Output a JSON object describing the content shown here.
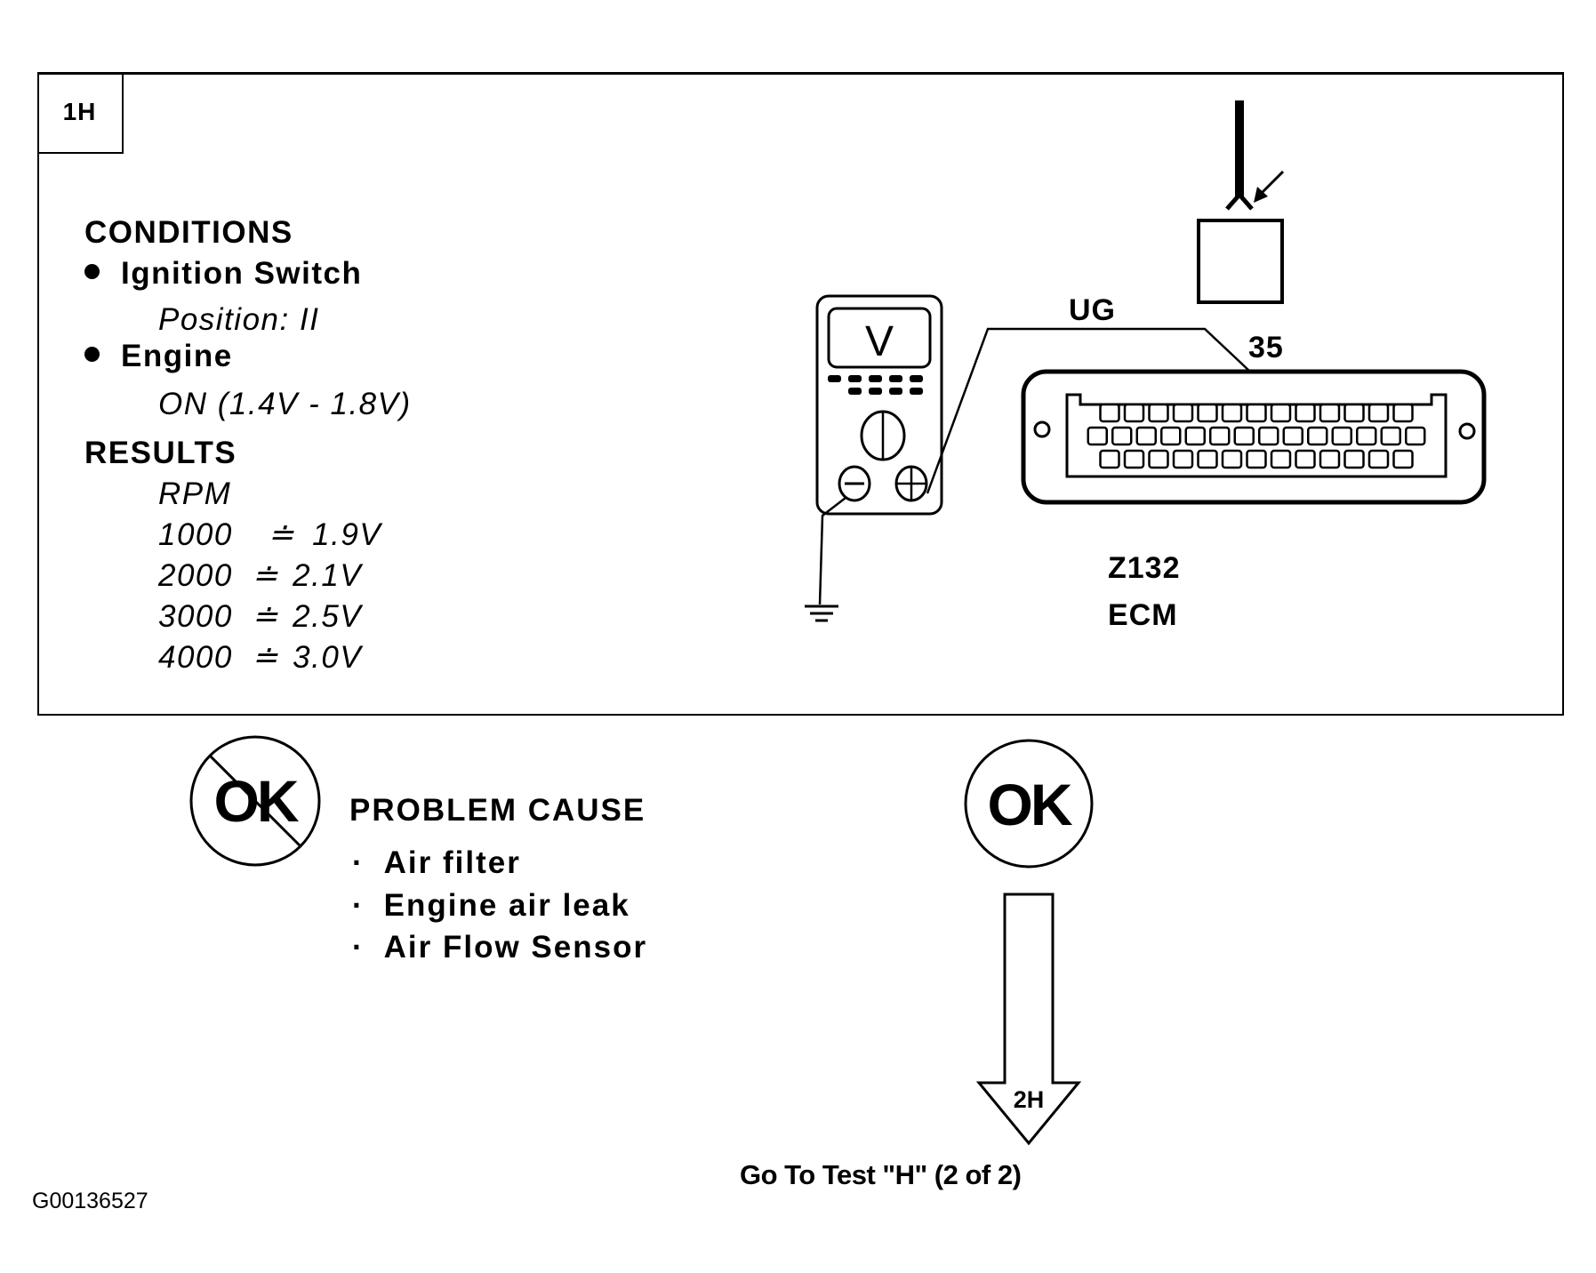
{
  "step": {
    "id": "1H"
  },
  "conditions": {
    "heading": "CONDITIONS",
    "items": [
      {
        "label": "Ignition Switch",
        "detail": "Position: II"
      },
      {
        "label": "Engine",
        "detail": "ON (1.4V - 1.8V)"
      }
    ]
  },
  "results": {
    "heading": "RESULTS",
    "column_label": "RPM",
    "rows": [
      {
        "rpm": "1000",
        "approx": "≐",
        "voltage": "1.9V"
      },
      {
        "rpm": "2000",
        "approx": "≐",
        "voltage": "2.1V"
      },
      {
        "rpm": "3000",
        "approx": "≐",
        "voltage": "2.5V"
      },
      {
        "rpm": "4000",
        "approx": "≐",
        "voltage": "3.0V"
      }
    ]
  },
  "diagram": {
    "meter_display": "V",
    "wire_label": "UG",
    "pin_number": "35",
    "component_code": "Z132",
    "component_name": "ECM",
    "connector_pin_rows": [
      13,
      14,
      13
    ]
  },
  "not_ok_branch": {
    "badge_text": "OK",
    "heading": "PROBLEM CAUSE",
    "causes": [
      "Air filter",
      "Engine air leak",
      "Air Flow Sensor"
    ]
  },
  "ok_branch": {
    "badge_text": "OK",
    "next_step": "2H",
    "instruction": "Go To Test \"H\" (2 of 2)"
  },
  "figure_id": "G00136527"
}
